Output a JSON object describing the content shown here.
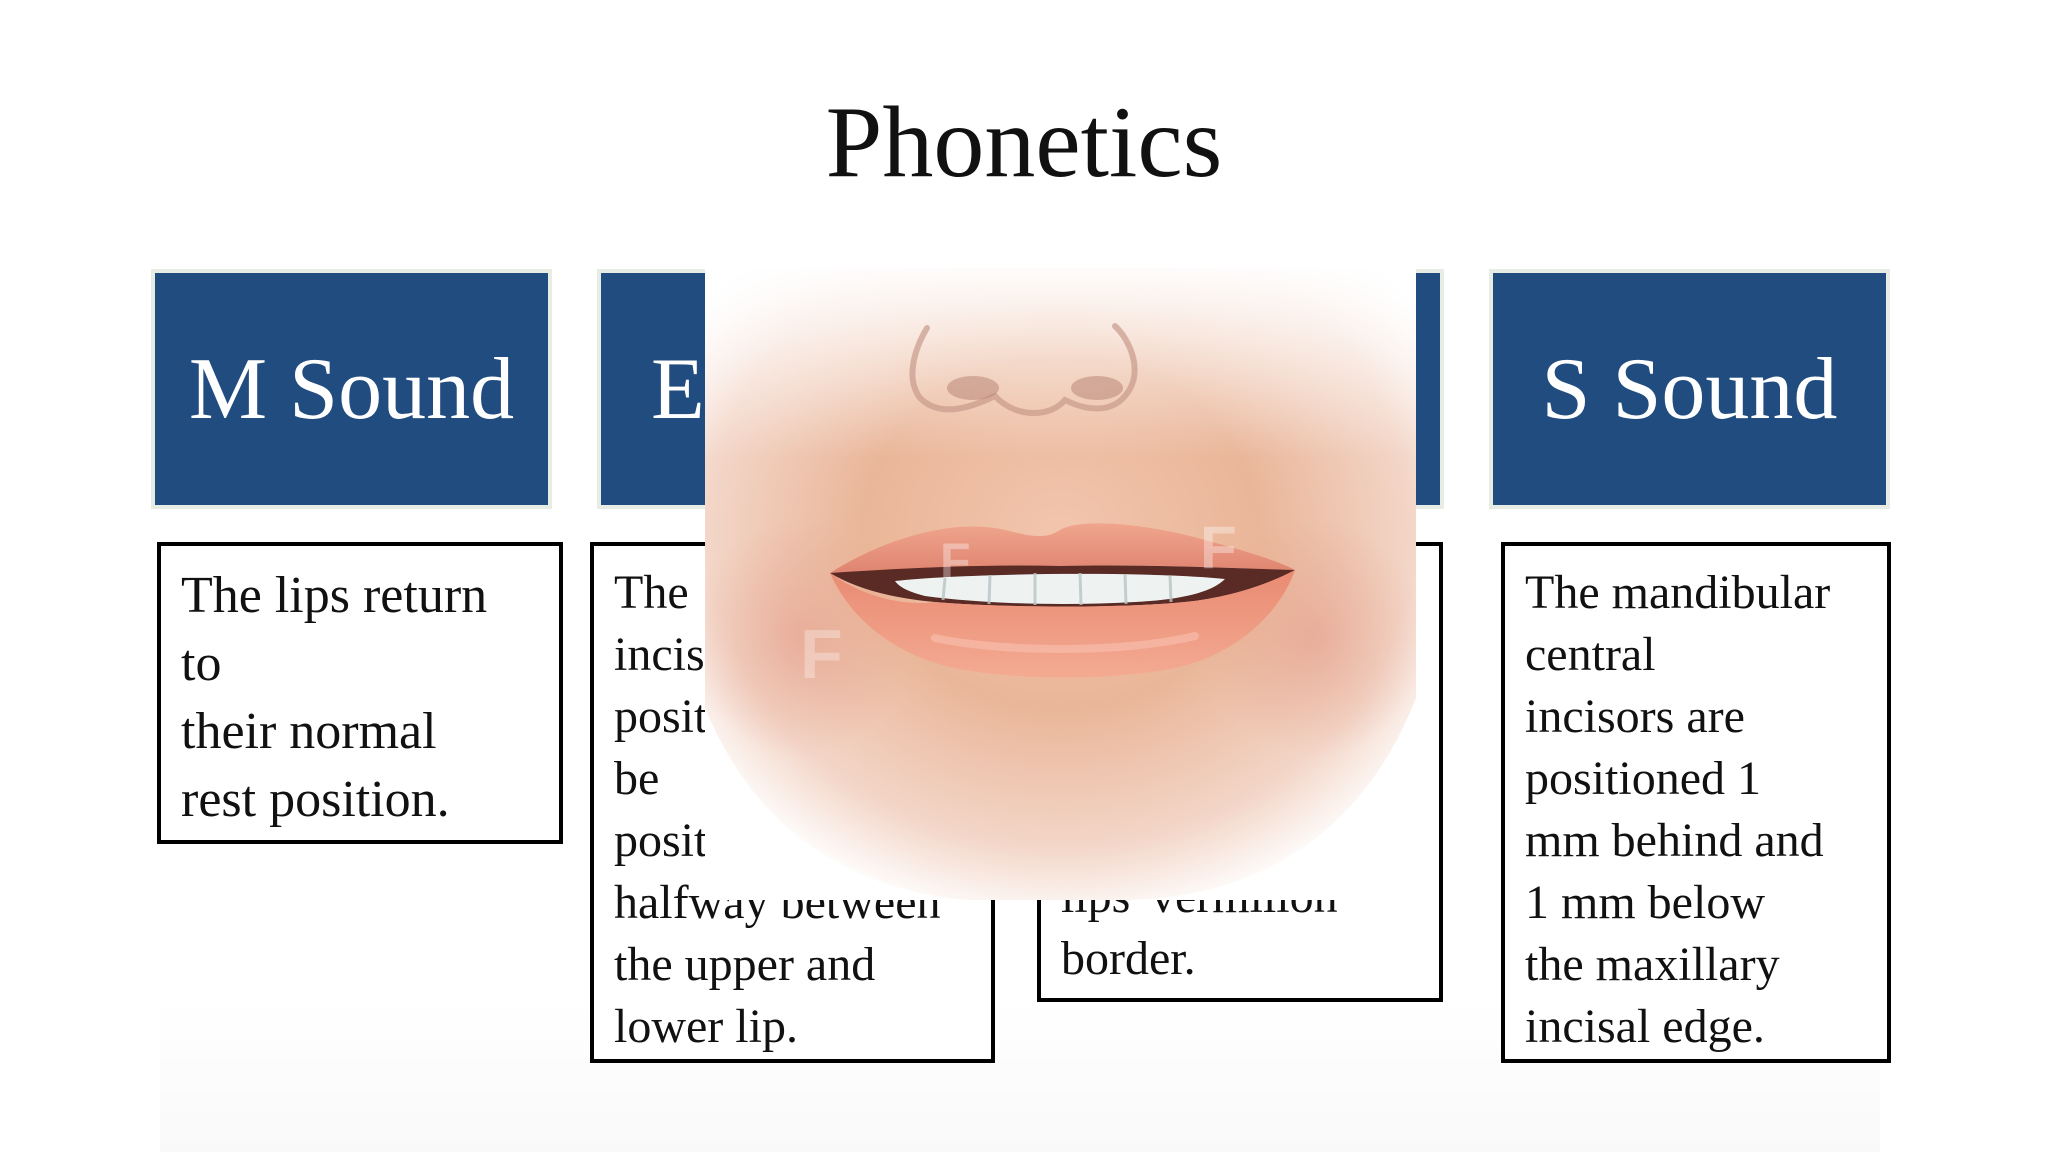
{
  "title": "Phonetics",
  "colors": {
    "header_bg": "#214c80",
    "header_text": "#ffffff",
    "header_border": "#e7ece5",
    "box_border": "#000000"
  },
  "cards": [
    {
      "heading": "M Sound",
      "lines": [
        "The lips return",
        "to",
        "their normal",
        "rest position."
      ]
    },
    {
      "heading": "E",
      "lines": [
        "The",
        "incis",
        "posit",
        "be",
        "posit",
        "halfway between",
        "the upper and",
        "lower lip."
      ]
    },
    {
      "heading": "",
      "lines": [
        "lips' vermilion",
        "border."
      ]
    },
    {
      "heading": "S Sound",
      "lines": [
        "The mandibular",
        "central",
        "incisors are",
        "positioned 1",
        "mm behind and",
        "1 mm below",
        "the maxillary",
        "incisal edge."
      ]
    }
  ],
  "image": {
    "name": "lips-smile-illustration",
    "watermark": "F"
  }
}
